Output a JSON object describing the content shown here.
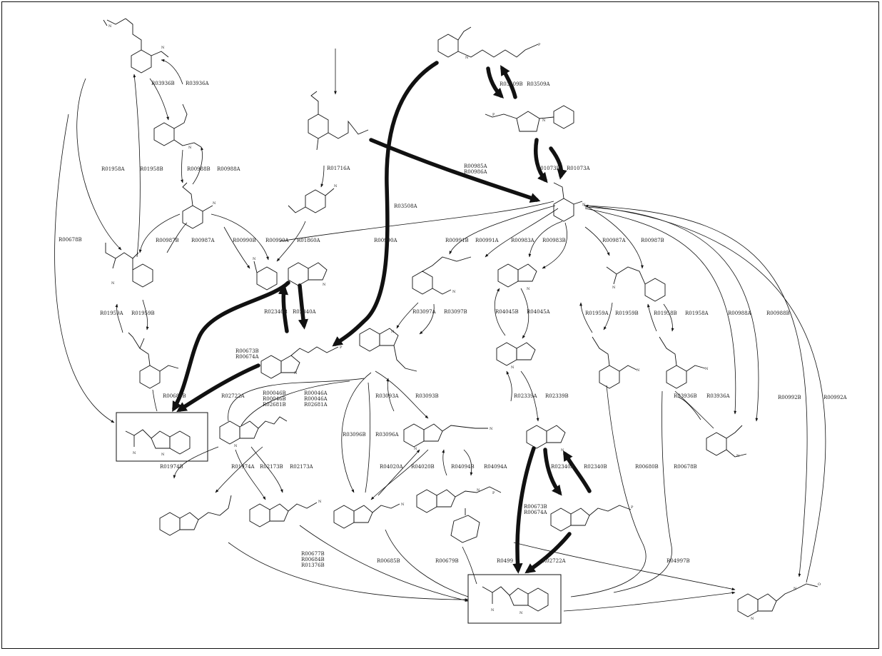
{
  "reaction_labels": [
    {
      "id": "r1",
      "text": "R03936B"
    },
    {
      "id": "r2",
      "text": "R03936A"
    },
    {
      "id": "r3",
      "text": "R00988B"
    },
    {
      "id": "r4",
      "text": "R00988A"
    },
    {
      "id": "r5",
      "text": "R01958A"
    },
    {
      "id": "r6",
      "text": "R01958B"
    },
    {
      "id": "r7",
      "text": "R00678B"
    },
    {
      "id": "r8",
      "text": "R00987B"
    },
    {
      "id": "r9",
      "text": "R00987A"
    },
    {
      "id": "r10",
      "text": "R00990B"
    },
    {
      "id": "r11",
      "text": "R00990A"
    },
    {
      "id": "r12",
      "text": "R01860A"
    },
    {
      "id": "r13",
      "text": "R00990A"
    },
    {
      "id": "r14",
      "text": "R01716A"
    },
    {
      "id": "r15",
      "text": "R03508A"
    },
    {
      "id": "r16",
      "text": "R03509B"
    },
    {
      "id": "r17",
      "text": "R03509A"
    },
    {
      "id": "r18",
      "text": "R01073B"
    },
    {
      "id": "r19",
      "text": "R01073A"
    },
    {
      "id": "r20",
      "text": "R00985A"
    },
    {
      "id": "r21",
      "text": "R00986A"
    },
    {
      "id": "r22",
      "text": "R01959A"
    },
    {
      "id": "r23",
      "text": "R01959B"
    },
    {
      "id": "r24",
      "text": "R02340B"
    },
    {
      "id": "r25",
      "text": "R02340A"
    },
    {
      "id": "r26",
      "text": "R00673B"
    },
    {
      "id": "r27",
      "text": "R00674A"
    },
    {
      "id": "r28",
      "text": "R00680B"
    },
    {
      "id": "r29",
      "text": "R02722A"
    },
    {
      "id": "r30",
      "text": "R00046B"
    },
    {
      "id": "r31",
      "text": "R00046B"
    },
    {
      "id": "r32",
      "text": "R02681B"
    },
    {
      "id": "r33",
      "text": "R00046A"
    },
    {
      "id": "r34",
      "text": "R00046A"
    },
    {
      "id": "r35",
      "text": "R02681A"
    },
    {
      "id": "r36",
      "text": "R00991B"
    },
    {
      "id": "r37",
      "text": "R00991A"
    },
    {
      "id": "r38",
      "text": "R00983A"
    },
    {
      "id": "r39",
      "text": "R00983B"
    },
    {
      "id": "r40",
      "text": "R00987A"
    },
    {
      "id": "r41",
      "text": "R00987B"
    },
    {
      "id": "r42",
      "text": "R03097A"
    },
    {
      "id": "r43",
      "text": "R03097B"
    },
    {
      "id": "r44",
      "text": "R04045B"
    },
    {
      "id": "r45",
      "text": "R04045A"
    },
    {
      "id": "r46",
      "text": "R01959A"
    },
    {
      "id": "r47",
      "text": "R01959B"
    },
    {
      "id": "r48",
      "text": "R01958B"
    },
    {
      "id": "r49",
      "text": "R01958A"
    },
    {
      "id": "r50",
      "text": "R00988A"
    },
    {
      "id": "r51",
      "text": "R00988B"
    },
    {
      "id": "r52",
      "text": "R03093A"
    },
    {
      "id": "r53",
      "text": "R03093B"
    },
    {
      "id": "r54",
      "text": "R02339A"
    },
    {
      "id": "r55",
      "text": "R02339B"
    },
    {
      "id": "r56",
      "text": "R03936B"
    },
    {
      "id": "r57",
      "text": "R03936A"
    },
    {
      "id": "r58",
      "text": "R00992B"
    },
    {
      "id": "r59",
      "text": "R00992A"
    },
    {
      "id": "r60",
      "text": "R01974B"
    },
    {
      "id": "r61",
      "text": "R01974A"
    },
    {
      "id": "r62",
      "text": "R02173B"
    },
    {
      "id": "r63",
      "text": "R02173A"
    },
    {
      "id": "r64",
      "text": "R03096B"
    },
    {
      "id": "r65",
      "text": "R03096A"
    },
    {
      "id": "r66",
      "text": "R04020A"
    },
    {
      "id": "r67",
      "text": "R04020B"
    },
    {
      "id": "r68",
      "text": "R04094B"
    },
    {
      "id": "r69",
      "text": "R04094A"
    },
    {
      "id": "r70",
      "text": "R02340A"
    },
    {
      "id": "r71",
      "text": "R02340B"
    },
    {
      "id": "r72",
      "text": "R00673B"
    },
    {
      "id": "r73",
      "text": "R00674A"
    },
    {
      "id": "r74",
      "text": "R00680B"
    },
    {
      "id": "r75",
      "text": "R00678B"
    },
    {
      "id": "r76",
      "text": "R00677B"
    },
    {
      "id": "r77",
      "text": "R00684B"
    },
    {
      "id": "r78",
      "text": "R01376B"
    },
    {
      "id": "r79",
      "text": "R00685B"
    },
    {
      "id": "r80",
      "text": "R00679B"
    },
    {
      "id": "r81",
      "text": "R0499"
    },
    {
      "id": "r82",
      "text": "R02722A"
    },
    {
      "id": "r83",
      "text": "R04997B"
    }
  ],
  "atom_labels": {
    "N": "N",
    "O": "O",
    "P": "P"
  }
}
